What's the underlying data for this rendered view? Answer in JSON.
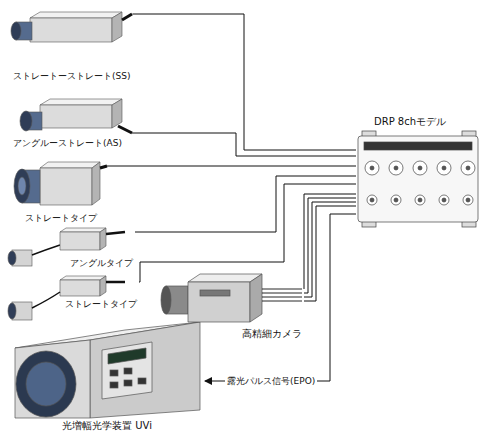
{
  "diagram": {
    "nodes": [
      {
        "text": [
          "ストレートーストレート(SS)"
        ]
      },
      {
        "text": [
          "アングルーストレート(AS)"
        ]
      },
      {
        "text": [
          "DRP 8chモデル"
        ]
      },
      {
        "text": [
          "ストレートタイプ"
        ]
      },
      {
        "text": [
          "アングルタイプ"
        ]
      },
      {
        "text": [
          "ストレートタイプ"
        ]
      },
      {
        "text": [
          "高精細カメラ"
        ]
      },
      {
        "text": [
          "光増幅光学装置 UVi"
        ]
      }
    ],
    "edges": [
      {
        "from": 0,
        "to": 2,
        "arrow": "none"
      },
      {
        "from": 1,
        "to": 2,
        "arrow": "none"
      },
      {
        "from": 3,
        "to": 2,
        "arrow": "none"
      },
      {
        "from": 4,
        "to": 2,
        "arrow": "none"
      },
      {
        "from": 5,
        "to": 2,
        "arrow": "none"
      },
      {
        "from": 6,
        "to": 2,
        "arrow": "none"
      },
      {
        "from": 2,
        "to": 7,
        "arrow": "to",
        "label": "露光パルス信号(EPO)"
      }
    ]
  }
}
